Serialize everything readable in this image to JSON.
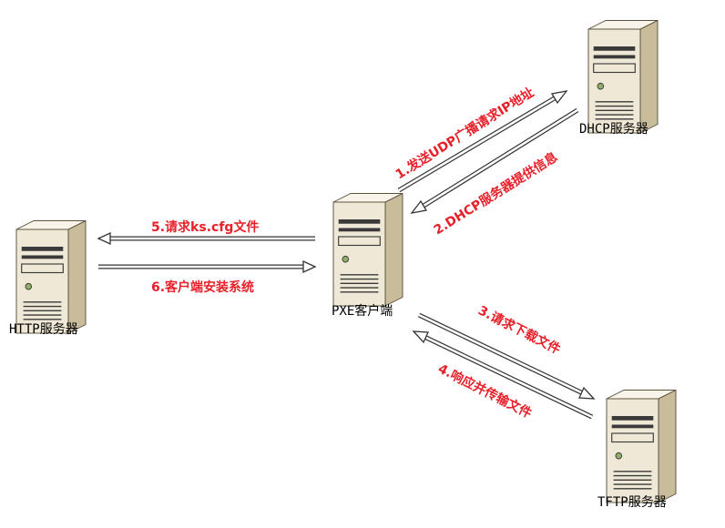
{
  "colors": {
    "label_red": "#e8202a",
    "arrow_stroke": "#333333",
    "server_front": "#efe8d6",
    "server_side": "#c9bc9a",
    "server_top": "#f8f4ea",
    "server_slot": "#3a3a3a"
  },
  "icons": {
    "server": "server-icon"
  },
  "nodes": {
    "pxe": {
      "label": "PXE客户端"
    },
    "dhcp": {
      "label": "DHCP服务器"
    },
    "tftp": {
      "label": "TFTP服务器"
    },
    "http": {
      "label": "HTTP服务器"
    }
  },
  "edges": {
    "step1": {
      "label": "1.发送UDP广播请求IP地址",
      "from": "pxe",
      "to": "dhcp"
    },
    "step2": {
      "label": "2.DHCP服务器提供信息",
      "from": "dhcp",
      "to": "pxe"
    },
    "step3": {
      "label": "3.请求下载文件",
      "from": "pxe",
      "to": "tftp"
    },
    "step4": {
      "label": "4.响应并传输文件",
      "from": "tftp",
      "to": "pxe"
    },
    "step5": {
      "label": "5.请求ks.cfg文件",
      "from": "pxe",
      "to": "http"
    },
    "step6": {
      "label": "6.客户端安装系统",
      "from": "http",
      "to": "pxe"
    }
  }
}
